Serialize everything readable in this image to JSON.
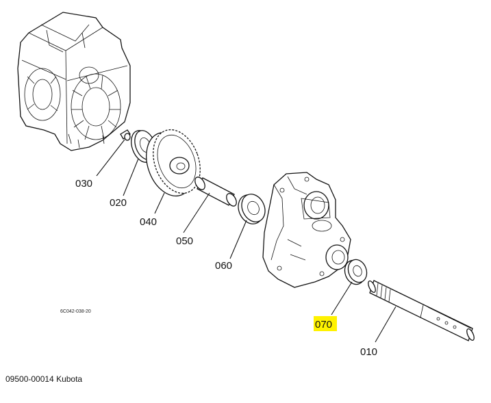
{
  "labels": {
    "p030": "030",
    "p020": "020",
    "p040": "040",
    "p050": "050",
    "p060": "060",
    "p070": "070",
    "p010": "010"
  },
  "drawing_code": "6C042-038-20",
  "caption": "09500-00014 Kubota",
  "colors": {
    "highlight": "#fff200",
    "line": "#111111",
    "background": "#ffffff"
  }
}
